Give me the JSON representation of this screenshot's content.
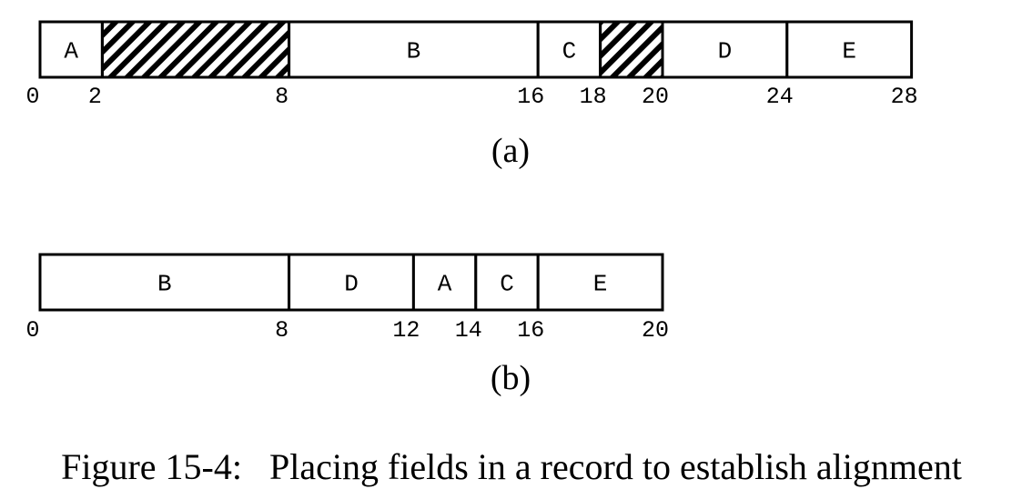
{
  "diagrams": [
    {
      "sub_caption": "(a)",
      "fields": [
        {
          "name": "A",
          "start": 0,
          "end": 2,
          "hatched": false
        },
        {
          "name": "",
          "start": 2,
          "end": 8,
          "hatched": true
        },
        {
          "name": "B",
          "start": 8,
          "end": 16,
          "hatched": false
        },
        {
          "name": "C",
          "start": 16,
          "end": 18,
          "hatched": false
        },
        {
          "name": "",
          "start": 18,
          "end": 20,
          "hatched": true
        },
        {
          "name": "D",
          "start": 20,
          "end": 24,
          "hatched": false
        },
        {
          "name": "E",
          "start": 24,
          "end": 28,
          "hatched": false
        }
      ],
      "ticks": [
        "0",
        "2",
        "8",
        "16",
        "18",
        "20",
        "24",
        "28"
      ]
    },
    {
      "sub_caption": "(b)",
      "fields": [
        {
          "name": "B",
          "start": 0,
          "end": 8,
          "hatched": false
        },
        {
          "name": "D",
          "start": 8,
          "end": 12,
          "hatched": false
        },
        {
          "name": "A",
          "start": 12,
          "end": 14,
          "hatched": false
        },
        {
          "name": "C",
          "start": 14,
          "end": 16,
          "hatched": false
        },
        {
          "name": "E",
          "start": 16,
          "end": 20,
          "hatched": false
        }
      ],
      "ticks": [
        "0",
        "8",
        "12",
        "14",
        "16",
        "20"
      ]
    }
  ],
  "caption": "Figure 15-4:   Placing fields in a record to establish alignment"
}
